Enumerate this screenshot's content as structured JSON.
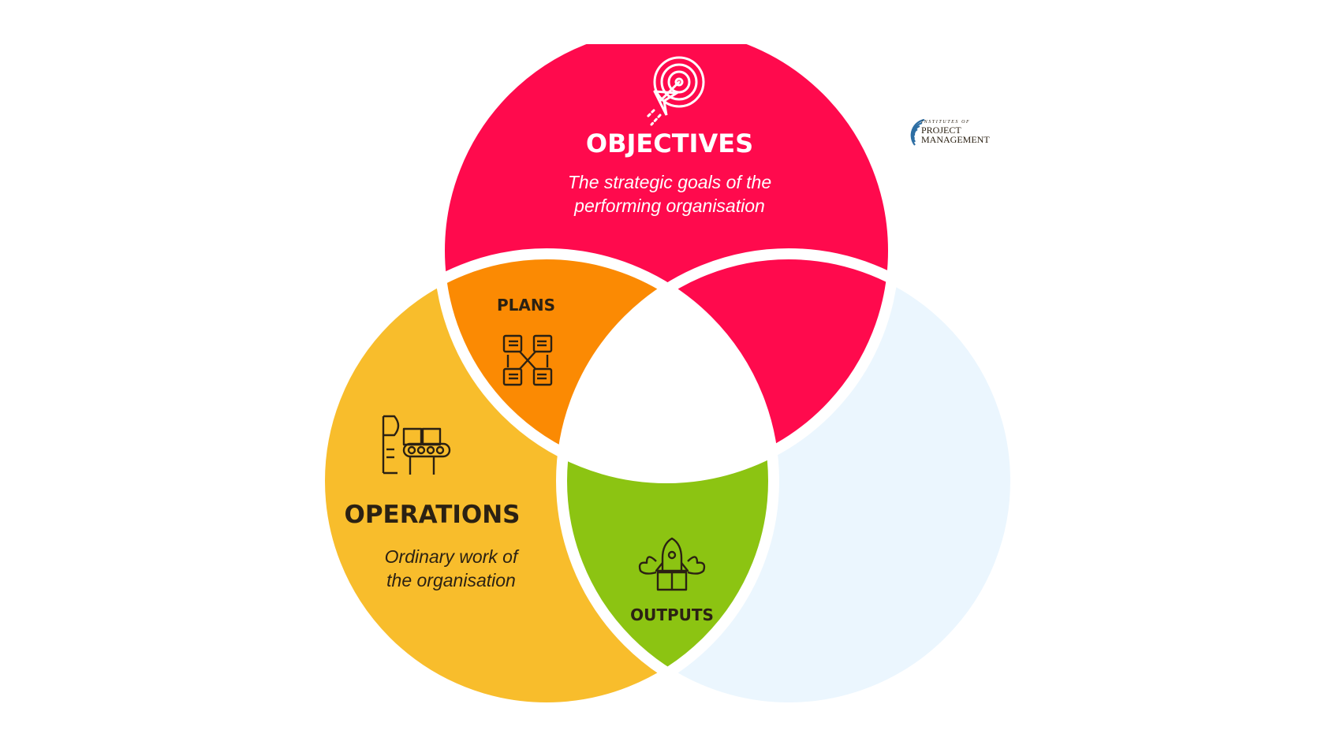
{
  "colors": {
    "objectives": "#ff0a4d",
    "operations": "#f8bd2c",
    "plans": "#fb8a03",
    "outputs": "#8cc412",
    "faded_purple": "#f4e9fa",
    "faded_blue": "#ebf6fe",
    "dark_text": "#2b2113",
    "white_text": "#ffffff",
    "logo_blue": "#2d6ea3"
  },
  "objectives": {
    "title": "OBJECTIVES",
    "desc_line1": "The strategic goals of the",
    "desc_line2": "performing organisation",
    "icon": "target-arrow-icon"
  },
  "operations": {
    "title": "OPERATIONS",
    "desc_line1": "Ordinary work of",
    "desc_line2": "the organisation",
    "icon": "conveyor-belt-icon"
  },
  "plans": {
    "title": "PLANS",
    "icon": "connected-documents-icon"
  },
  "outputs": {
    "title": "OUTPUTS",
    "icon": "rocket-box-icon"
  },
  "logo": {
    "line_small": "INSTITUTES OF",
    "line_1": "PROJECT",
    "line_2": "MANAGEMENT"
  }
}
